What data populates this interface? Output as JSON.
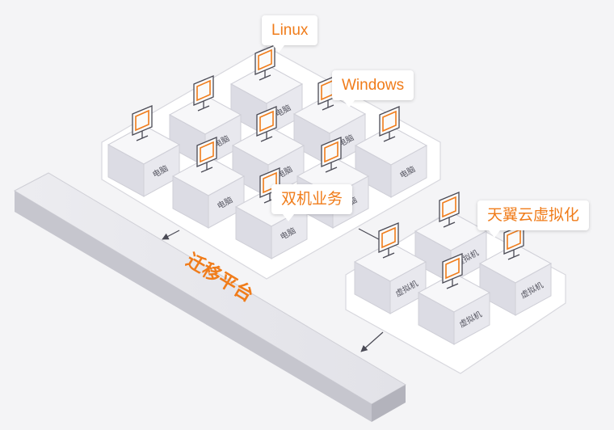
{
  "callouts": {
    "linux": "Linux",
    "windows": "Windows",
    "dual": "双机业务",
    "tianyi": "天翼云虚拟化"
  },
  "labels": {
    "computer": "电脑",
    "vm": "虚拟机",
    "platform": "迁移平台"
  },
  "colors": {
    "accent": "#f07c1a",
    "box_top": "#f7f7f9",
    "box_left": "#dcdce4",
    "box_right": "#e8e8ee",
    "platform_top": "#e9e9ee",
    "platform_front": "#c4c4cc"
  },
  "icons": [
    "monitor-icon",
    "arrow-icon"
  ]
}
